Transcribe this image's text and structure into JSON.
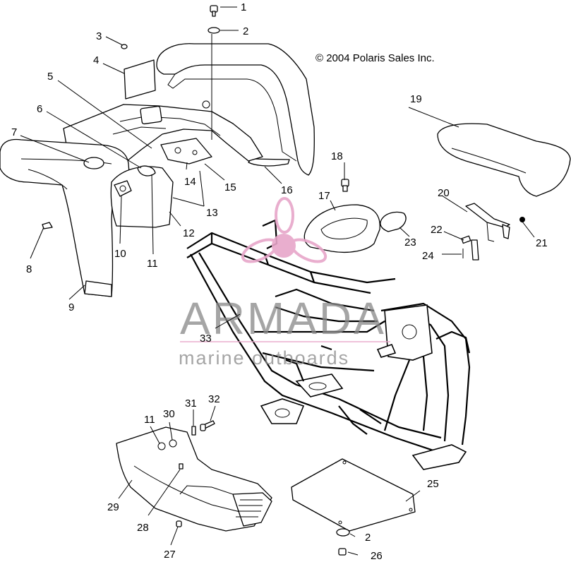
{
  "copyright": "© 2004 Polaris Sales Inc.",
  "watermark": {
    "brand": "ARMADA",
    "tagline": "marine outboards",
    "logo": "propeller-logo",
    "color": "#e7a6c9",
    "text_color": "#8a8a8a"
  },
  "callouts": [
    "1",
    "2",
    "3",
    "4",
    "5",
    "6",
    "7",
    "8",
    "9",
    "10",
    "11",
    "12",
    "13",
    "14",
    "15",
    "16",
    "17",
    "18",
    "19",
    "20",
    "21",
    "22",
    "23",
    "24",
    "25",
    "26",
    "27",
    "28",
    "29",
    "30",
    "31",
    "32",
    "33"
  ],
  "callout_2_lower": "2",
  "callout_11_lower": "11"
}
